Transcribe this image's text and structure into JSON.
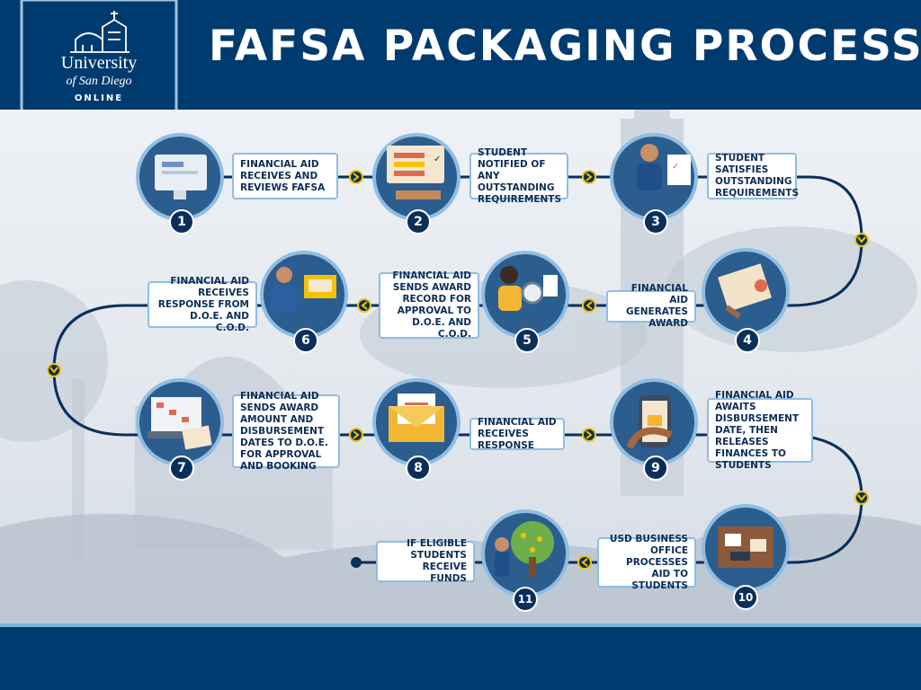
{
  "header": {
    "title": "FAFSA PACKAGING PROCESS",
    "logo_line1": "University",
    "logo_line2": "of San Diego",
    "logo_line3": "ONLINE"
  },
  "colors": {
    "navy": "#003b70",
    "accent_yellow": "#f2c400",
    "label_border": "#8fbde3"
  },
  "steps": [
    {
      "number": "1",
      "text": "FINANCIAL AID RECEIVES AND REVIEWS FAFSA",
      "icon": "computer-monitor-icon"
    },
    {
      "number": "2",
      "text": "STUDENT NOTIFIED OF ANY OUTSTANDING REQUIREMENTS",
      "icon": "checklist-screen-icon"
    },
    {
      "number": "3",
      "text": "STUDENT SATISFIES OUTSTANDING REQUIREMENTS",
      "icon": "student-at-desk-icon"
    },
    {
      "number": "4",
      "text": "FINANCIAL AID GENERATES AWARD",
      "icon": "award-document-icon"
    },
    {
      "number": "5",
      "text": "FINANCIAL AID SENDS AWARD RECORD FOR APPROVAL TO D.O.E. AND C.O.D.",
      "icon": "magnifying-glass-icon"
    },
    {
      "number": "6",
      "text": "FINANCIAL AID RECEIVES RESPONSE FROM D.O.E. AND C.O.D.",
      "icon": "person-at-computer-icon"
    },
    {
      "number": "7",
      "text": "FINANCIAL AID SENDS AWARD AMOUNT AND DISBURSEMENT DATES TO D.O.E. FOR APPROVAL AND BOOKING",
      "icon": "laptop-calendar-icon"
    },
    {
      "number": "8",
      "text": "FINANCIAL AID RECEIVES RESPONSE",
      "icon": "envelope-icon"
    },
    {
      "number": "9",
      "text": "FINANCIAL AID AWAITS DISBURSEMENT DATE, THEN RELEASES FINANCES TO STUDENTS",
      "icon": "phone-mail-icon"
    },
    {
      "number": "10",
      "text": "USD BUSINESS OFFICE PROCESSES AID TO STUDENTS",
      "icon": "office-desk-icon"
    },
    {
      "number": "11",
      "text": "IF ELIGIBLE STUDENTS RECEIVE FUNDS",
      "icon": "money-tree-icon"
    }
  ]
}
